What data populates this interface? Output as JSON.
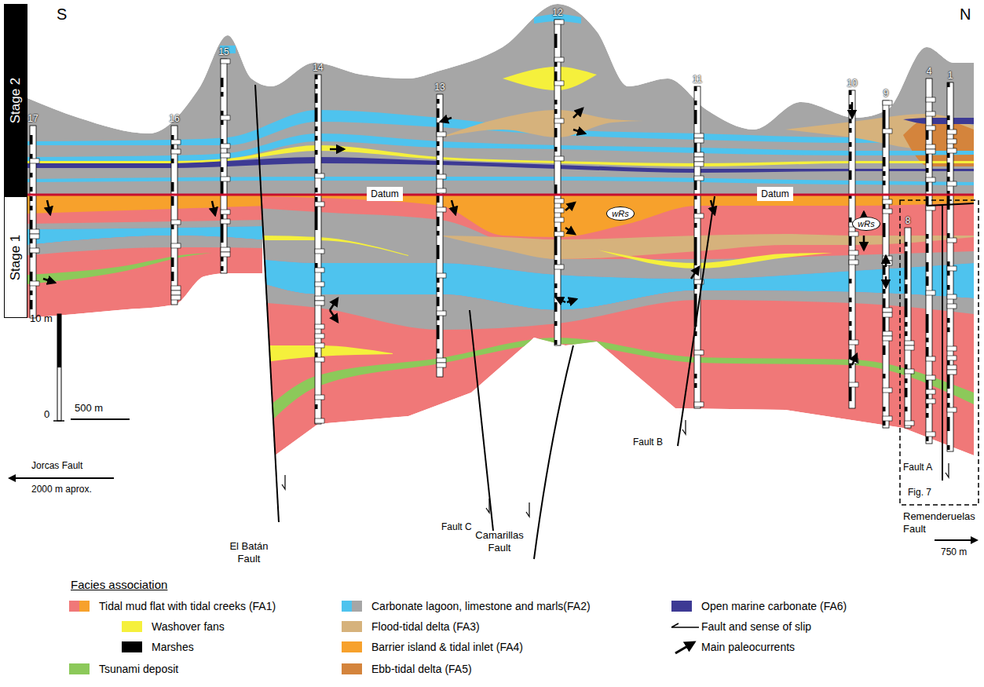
{
  "diagram": {
    "nodes": [
      {
        "text": [
          "Stage 2"
        ]
      },
      {
        "text": [
          "Stage 1"
        ]
      },
      {
        "text": [
          "Datum"
        ]
      },
      {
        "text": [
          "Datum"
        ]
      },
      {
        "text": [
          "wRs"
        ]
      },
      {
        "text": [
          "wRs"
        ]
      }
    ],
    "labels": [
      "S",
      "N",
      "17",
      "16",
      "15",
      "14",
      "13",
      "12",
      "11",
      "10",
      "9",
      "4",
      "1",
      "8",
      "10 m",
      "0",
      "500 m",
      "Jorcas Fault",
      "2000 m aprox.",
      "El Batán Fault",
      "Fault C",
      "Camarillas Fault",
      "Fault B",
      "Fault A",
      "Fig. 7",
      "Remenderuelas Fault",
      "750 m",
      "Facies association"
    ],
    "legend": [
      {
        "text": "Tidal mud flat with tidal creeks (FA1)",
        "color": "#f07878"
      },
      {
        "text": "Washover fans",
        "color": "#f5f03c"
      },
      {
        "text": "Marshes",
        "color": "#000000"
      },
      {
        "text": "Tsunami deposit",
        "color": "#8cc95a"
      },
      {
        "text": "Carbonate lagoon, limestone and marls(FA2)",
        "color": "#4ec3ee"
      },
      {
        "text": "Flood-tidal delta (FA3)",
        "color": "#d6b27c"
      },
      {
        "text": "Barrier island & tidal inlet (FA4)",
        "color": "#f7a12c"
      },
      {
        "text": "Ebb-tidal delta (FA5)",
        "color": "#d4843c"
      },
      {
        "text": "Open marine carbonate (FA6)",
        "color": "#3d3a94"
      },
      {
        "text": "Fault and sense of slip"
      },
      {
        "text": "Main paleocurrents"
      }
    ]
  }
}
